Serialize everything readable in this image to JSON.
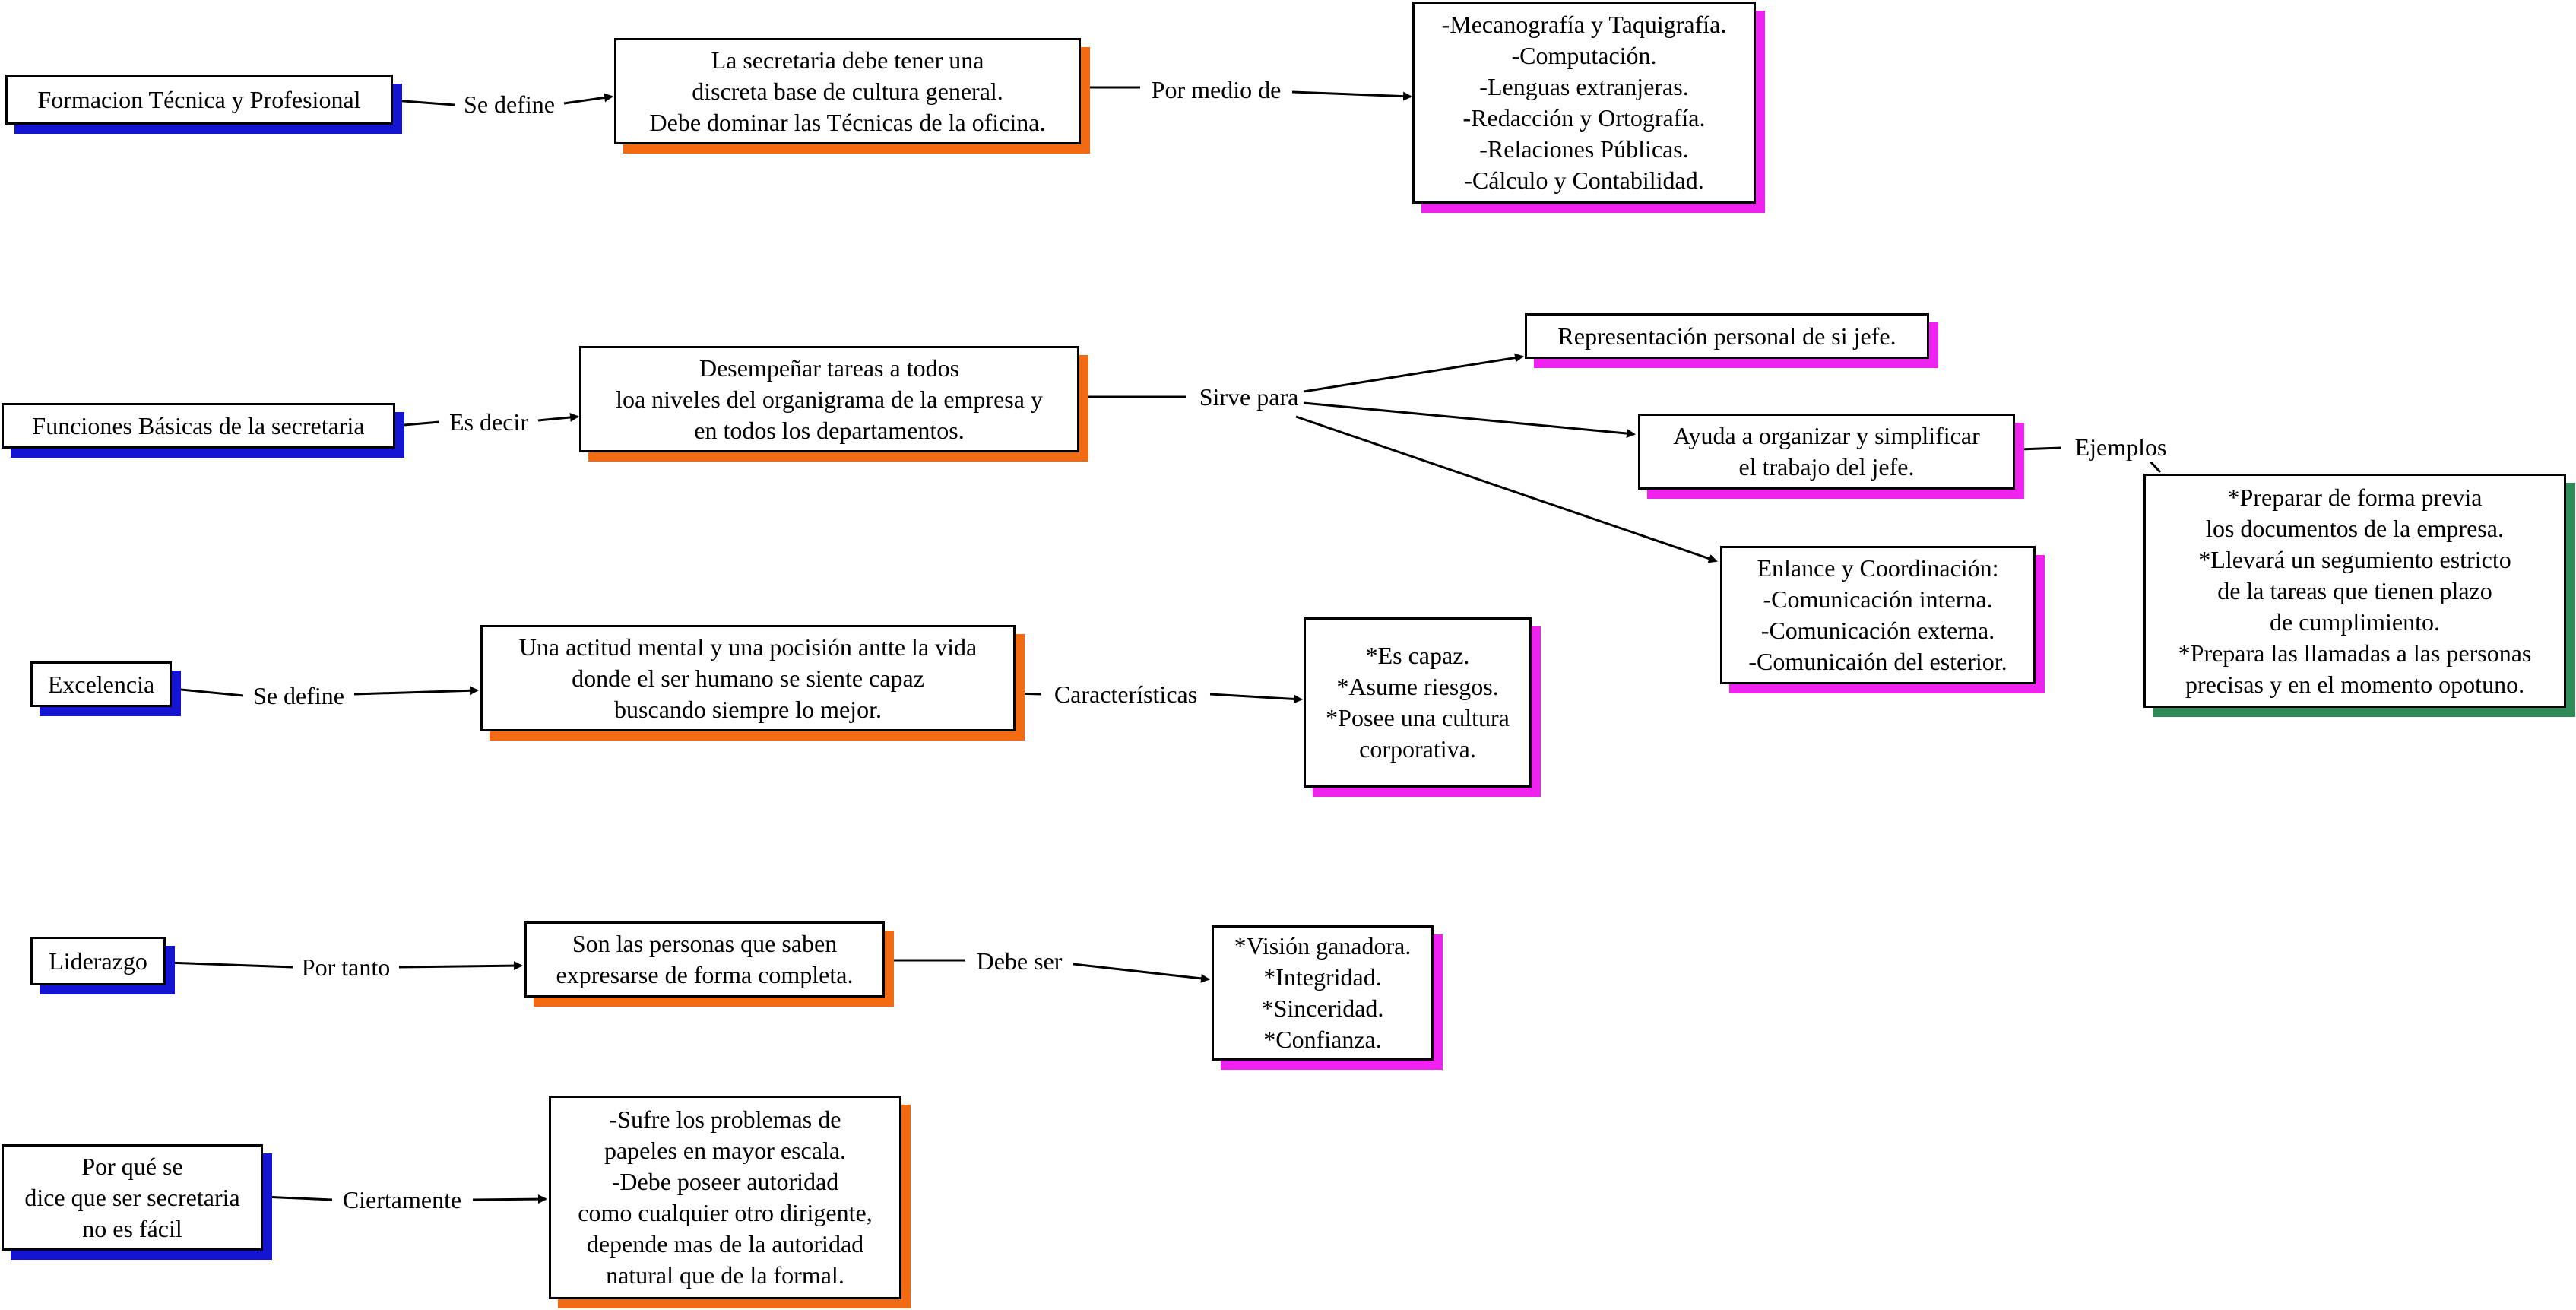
{
  "colors": {
    "root_shadow": "#1414d2",
    "detail_shadow": "#f26a12",
    "leaf_shadow": "#f022f0",
    "example_shadow": "#2e8b57",
    "line": "#000000"
  },
  "nodes": {
    "formacion": [
      "Formacion Técnica y Profesional"
    ],
    "formacion_def": [
      "La secretaria debe tener una",
      "discreta base de cultura general.",
      "Debe dominar las Técnicas de la oficina."
    ],
    "formacion_medios": [
      "-Mecanografía y Taquigrafía.",
      "-Computación.",
      "-Lenguas extranjeras.",
      "-Redacción y Ortografía.",
      "-Relaciones Públicas.",
      "-Cálculo y Contabilidad."
    ],
    "funciones": [
      "Funciones Básicas de la secretaria"
    ],
    "funciones_def": [
      "Desempeñar tareas a todos",
      "loa niveles del organigrama de la empresa y",
      "en todos los departamentos."
    ],
    "representacion": [
      "Representación personal de si jefe."
    ],
    "ayuda": [
      "Ayuda a organizar y simplificar",
      "el trabajo del jefe."
    ],
    "ejemplos": [
      "*Preparar de forma previa",
      "los documentos de la empresa.",
      "*Llevará un segumiento estricto",
      "de la tareas que tienen plazo",
      "de cumplimiento.",
      "*Prepara las llamadas a las personas",
      "precisas y en el momento opotuno."
    ],
    "enlace": [
      "Enlance y Coordinación:",
      "-Comunicación interna.",
      "-Comunicación externa.",
      "-Comunicaión del esterior."
    ],
    "excelencia": [
      "Excelencia"
    ],
    "excelencia_def": [
      "Una actitud mental y una pocisión antte la vida",
      "donde el ser humano se siente capaz",
      "buscando siempre lo mejor."
    ],
    "caracteristicas": [
      "*Es capaz.",
      "*Asume riesgos.",
      "*Posee una cultura",
      "corporativa."
    ],
    "liderazgo": [
      "Liderazgo"
    ],
    "liderazgo_def": [
      "Son las personas que saben",
      "expresarse de forma completa."
    ],
    "debe_ser": [
      "*Visión ganadora.",
      "*Integridad.",
      "*Sinceridad.",
      "*Confianza."
    ],
    "porque": [
      "Por qué se",
      "dice que ser secretaria",
      "no es fácil"
    ],
    "porque_def": [
      "-Sufre los problemas de",
      "papeles en mayor escala.",
      "-Debe poseer autoridad",
      "como cualquier otro dirigente,",
      "depende mas de la autoridad",
      "natural que de la formal."
    ]
  },
  "links": {
    "se_define_1": "Se define",
    "por_medio_de": "Por medio de",
    "es_decir": "Es decir",
    "sirve_para": "Sirve para",
    "ejemplos": "Ejemplos",
    "se_define_2": "Se define",
    "caracteristicas": "Características",
    "por_tanto": "Por tanto",
    "debe_ser": "Debe ser",
    "ciertamente": "Ciertamente"
  }
}
